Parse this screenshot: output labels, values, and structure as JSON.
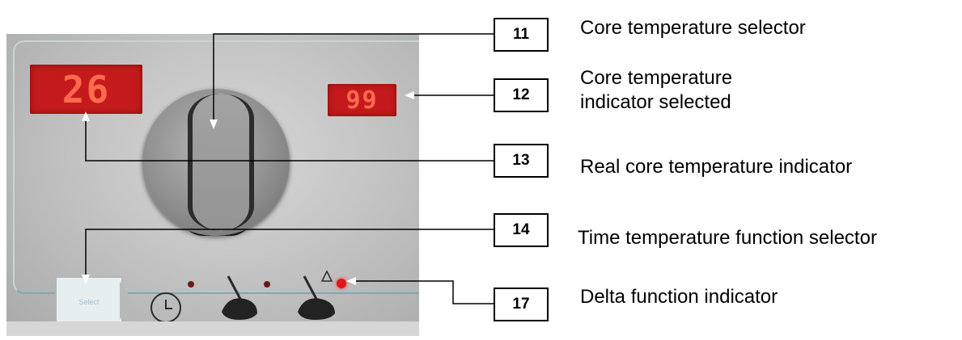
{
  "panel": {
    "real_core_display": "26",
    "selected_core_display": "99",
    "select_button_label": "Select",
    "knob_minus": "-",
    "knob_plus": "+"
  },
  "callouts": [
    {
      "number": "11",
      "label": "Core temperature selector"
    },
    {
      "number": "12",
      "label": "Core temperature indicator selected"
    },
    {
      "number": "13",
      "label": "Real core temperature indicator"
    },
    {
      "number": "14",
      "label": "Time temperature function selector"
    },
    {
      "number": "17",
      "label": "Delta function indicator"
    }
  ],
  "colors": {
    "led_red": "#c41a1c",
    "delta_led": "#e01818",
    "callout_border": "#000000"
  },
  "icons": [
    "clock-icon",
    "core-probe-icon",
    "delta-probe-icon",
    "arrow-left-icon",
    "arrow-right-icon"
  ]
}
